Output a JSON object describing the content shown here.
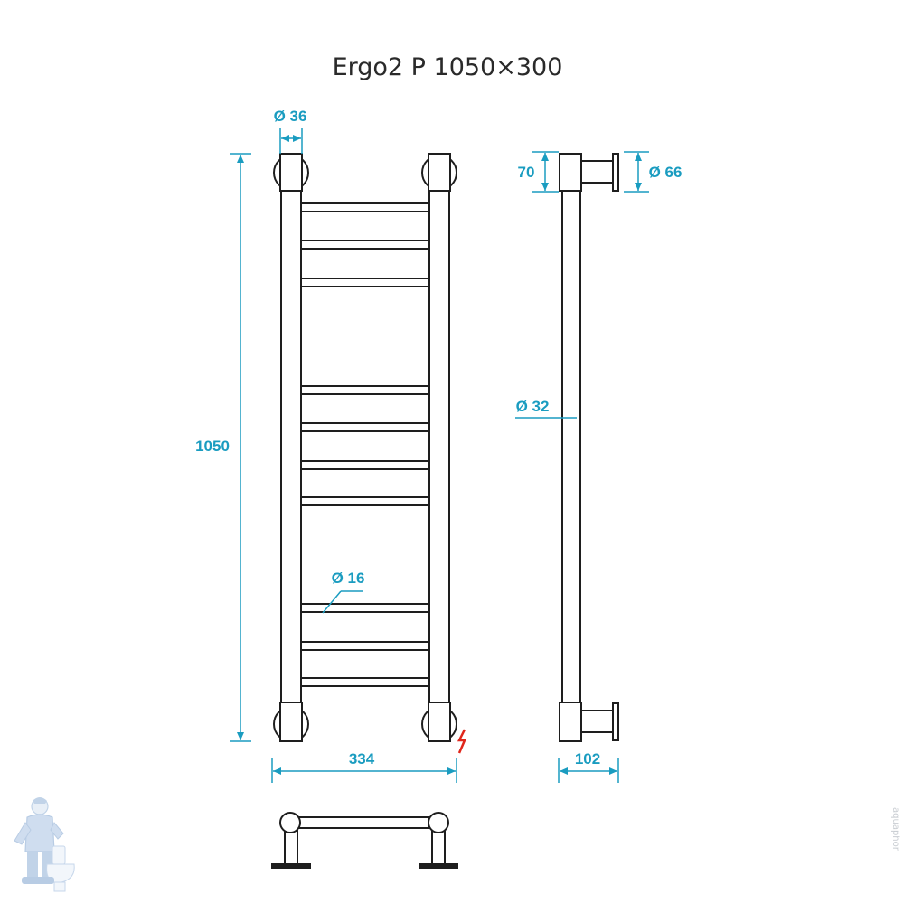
{
  "title": "Ergo2 P 1050×300",
  "colors": {
    "dimension": "#1a9cc0",
    "outline": "#1e1e1e",
    "power_symbol": "#e0261b",
    "watermark": "#c9cdd2"
  },
  "front_view": {
    "pipe_diameter": "Ø 36",
    "rung_diameter": "Ø 16",
    "height": "1050",
    "width": "334"
  },
  "side_view": {
    "bracket_offset": "70",
    "flange_diameter": "Ø 66",
    "pipe_diameter": "Ø 32",
    "depth": "102"
  },
  "icons": {
    "power": "electric-power-icon",
    "mascot": "plumber-mascot-icon"
  },
  "watermark": "aquaphor"
}
